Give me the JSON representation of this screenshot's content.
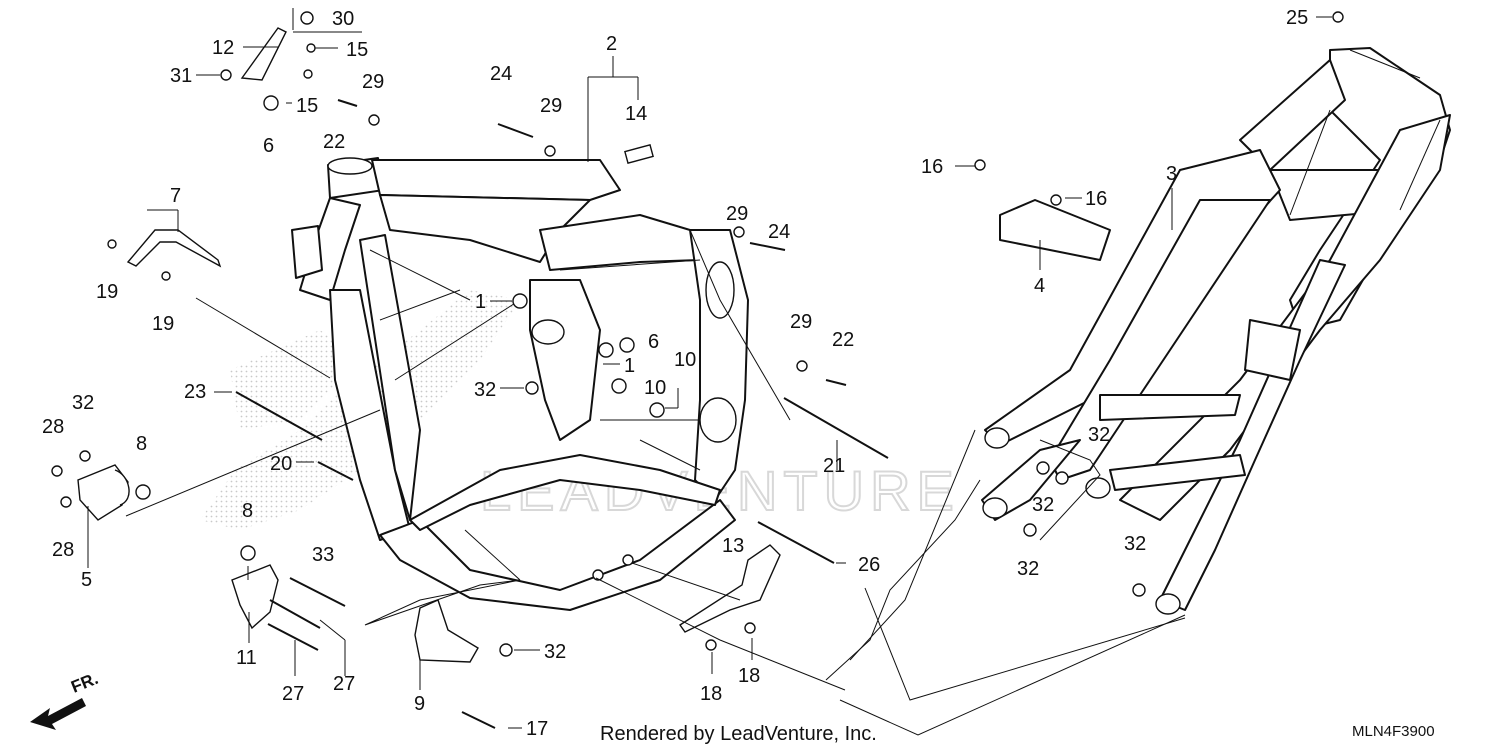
{
  "diagram": {
    "callouts": [
      {
        "id": "c30",
        "text": "30"
      },
      {
        "id": "c12",
        "text": "12"
      },
      {
        "id": "c15a",
        "text": "15"
      },
      {
        "id": "c31",
        "text": "31"
      },
      {
        "id": "c15b",
        "text": "15"
      },
      {
        "id": "c6a",
        "text": "6"
      },
      {
        "id": "c29a",
        "text": "29"
      },
      {
        "id": "c22a",
        "text": "22"
      },
      {
        "id": "c2",
        "text": "2"
      },
      {
        "id": "c24a",
        "text": "24"
      },
      {
        "id": "c29b",
        "text": "29"
      },
      {
        "id": "c14",
        "text": "14"
      },
      {
        "id": "c7",
        "text": "7"
      },
      {
        "id": "c19a",
        "text": "19"
      },
      {
        "id": "c19b",
        "text": "19"
      },
      {
        "id": "c1a",
        "text": "1"
      },
      {
        "id": "c29c",
        "text": "29"
      },
      {
        "id": "c24b",
        "text": "24"
      },
      {
        "id": "c6b",
        "text": "6"
      },
      {
        "id": "c29d",
        "text": "29"
      },
      {
        "id": "c22b",
        "text": "22"
      },
      {
        "id": "c1b",
        "text": "1"
      },
      {
        "id": "c10a",
        "text": "10"
      },
      {
        "id": "c32a",
        "text": "32"
      },
      {
        "id": "c10b",
        "text": "10"
      },
      {
        "id": "c23",
        "text": "23"
      },
      {
        "id": "c32b",
        "text": "32"
      },
      {
        "id": "c28a",
        "text": "28"
      },
      {
        "id": "c8a",
        "text": "8"
      },
      {
        "id": "c20",
        "text": "20"
      },
      {
        "id": "c21",
        "text": "21"
      },
      {
        "id": "c28b",
        "text": "28"
      },
      {
        "id": "c5",
        "text": "5"
      },
      {
        "id": "c8b",
        "text": "8"
      },
      {
        "id": "c33",
        "text": "33"
      },
      {
        "id": "c13",
        "text": "13"
      },
      {
        "id": "c26",
        "text": "26"
      },
      {
        "id": "c11",
        "text": "11"
      },
      {
        "id": "c32c",
        "text": "32"
      },
      {
        "id": "c27a",
        "text": "27"
      },
      {
        "id": "c27b",
        "text": "27"
      },
      {
        "id": "c9",
        "text": "9"
      },
      {
        "id": "c18a",
        "text": "18"
      },
      {
        "id": "c18b",
        "text": "18"
      },
      {
        "id": "c17",
        "text": "17"
      },
      {
        "id": "c25",
        "text": "25"
      },
      {
        "id": "c16a",
        "text": "16"
      },
      {
        "id": "c16b",
        "text": "16"
      },
      {
        "id": "c3",
        "text": "3"
      },
      {
        "id": "c4",
        "text": "4"
      },
      {
        "id": "c32d",
        "text": "32"
      },
      {
        "id": "c32e",
        "text": "32"
      },
      {
        "id": "c32f",
        "text": "32"
      },
      {
        "id": "c32g",
        "text": "32"
      }
    ],
    "footer_credit": "Rendered by LeadVenture, Inc.",
    "diagram_code": "MLN4F3900",
    "direction_marker": "FR.",
    "watermark": "LEADVENTURE"
  }
}
